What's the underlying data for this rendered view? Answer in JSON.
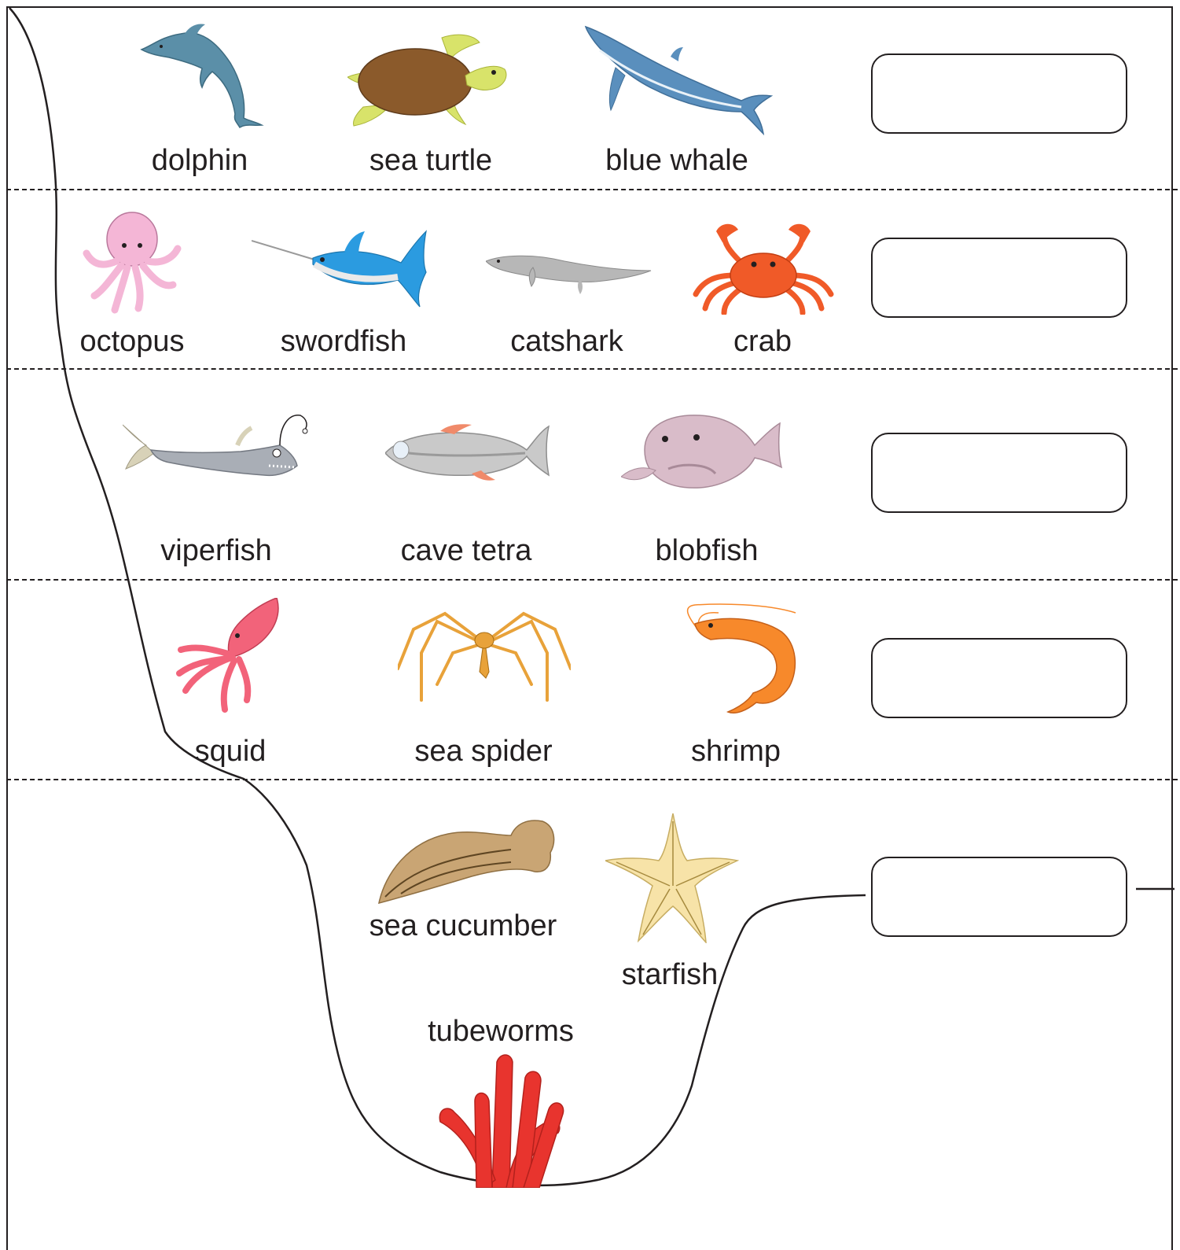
{
  "zones": [
    {
      "id": "zone-1",
      "animals": [
        "dolphin",
        "sea turtle",
        "blue whale"
      ],
      "answer": ""
    },
    {
      "id": "zone-2",
      "animals": [
        "octopus",
        "swordfish",
        "catshark",
        "crab"
      ],
      "answer": ""
    },
    {
      "id": "zone-3",
      "animals": [
        "viperfish",
        "cave tetra",
        "blobfish"
      ],
      "answer": ""
    },
    {
      "id": "zone-4",
      "animals": [
        "squid",
        "sea spider",
        "shrimp"
      ],
      "answer": ""
    },
    {
      "id": "zone-5",
      "animals": [
        "sea cucumber",
        "starfish",
        "tubeworms"
      ],
      "answer": ""
    }
  ],
  "colors": {
    "line": "#231f20",
    "dolphin": "#5b8fa8",
    "turtle_shell": "#8b5a2b",
    "turtle_skin": "#d8e36a",
    "whale": "#5a8fbd",
    "octopus": "#f4b6d6",
    "swordfish": "#2b9be0",
    "catshark": "#b7b7b7",
    "crab": "#f05a28",
    "viperfish": "#a9aeb6",
    "cave_tetra": "#c9c9c9",
    "tetra_fins": "#f08a6a",
    "blobfish": "#d9bcc9",
    "squid": "#f2637a",
    "sea_spider": "#e8a23a",
    "shrimp": "#f7892b",
    "sea_cucumber": "#c9a574",
    "starfish": "#f7e3a8",
    "tubeworms": "#e8342e"
  }
}
